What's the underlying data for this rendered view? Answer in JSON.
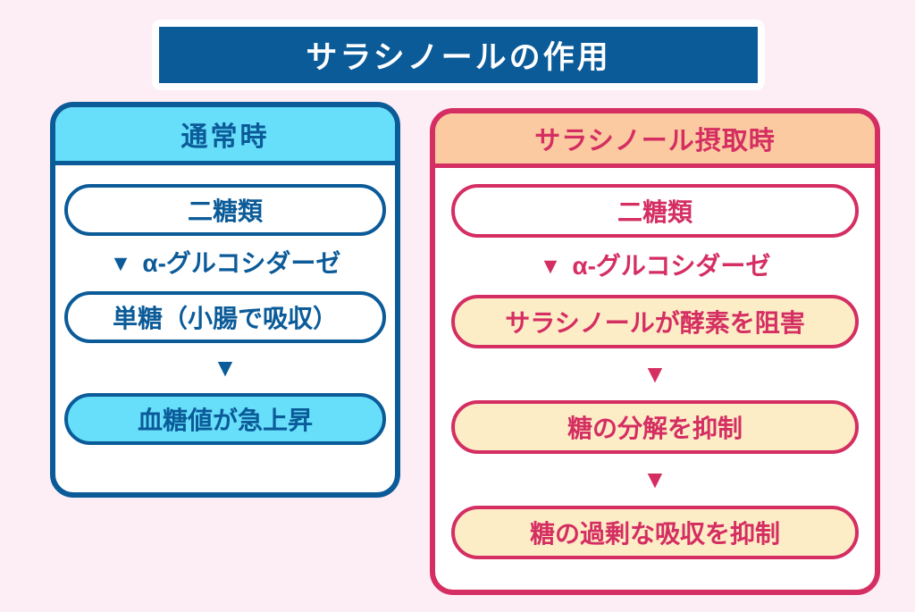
{
  "title": "サラシノールの作用",
  "icons": {
    "down_triangle": "▼"
  },
  "colors": {
    "bg": "#fdeef6",
    "blue_dark": "#0b5b99",
    "blue_light": "#67defa",
    "crimson": "#d42e62",
    "peach": "#fbcaa0",
    "cream": "#fdedc6",
    "white": "#ffffff"
  },
  "panels": [
    {
      "id": "normal",
      "header": "通常時",
      "steps": [
        {
          "type": "pill",
          "style": "outline",
          "text": "二糖類"
        },
        {
          "type": "enzyme",
          "text": "α-グルコシダーゼ"
        },
        {
          "type": "pill",
          "style": "outline",
          "text": "単糖（小腸で吸収）"
        },
        {
          "type": "arrow"
        },
        {
          "type": "pill",
          "style": "filled",
          "text": "血糖値が急上昇"
        }
      ]
    },
    {
      "id": "salacinol",
      "header": "サラシノール摂取時",
      "steps": [
        {
          "type": "pill",
          "style": "outline",
          "text": "二糖類"
        },
        {
          "type": "enzyme",
          "text": "α-グルコシダーゼ"
        },
        {
          "type": "pill",
          "style": "filled",
          "text": "サラシノールが酵素を阻害"
        },
        {
          "type": "arrow"
        },
        {
          "type": "pill",
          "style": "filled",
          "text": "糖の分解を抑制"
        },
        {
          "type": "arrow"
        },
        {
          "type": "pill",
          "style": "filled",
          "text": "糖の過剰な吸収を抑制"
        }
      ]
    }
  ]
}
